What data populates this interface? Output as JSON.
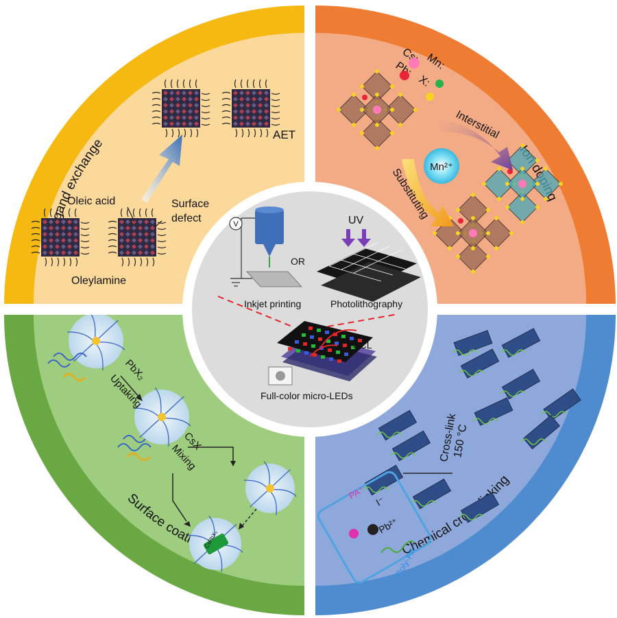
{
  "quadrants": {
    "top_left": {
      "title": "Ligand exchange",
      "labels": {
        "aet": "AET",
        "oleic_acid": "Oleic acid",
        "surface": "Surface",
        "defect": "defect",
        "oleylamine": "Oleylamine"
      },
      "colors": {
        "ring": "#f5b912",
        "fill": "#fbd99b"
      }
    },
    "top_right": {
      "title": "Ion doping",
      "legend": {
        "cs": "Cs:",
        "pb": "Pb:",
        "mn": "Mn:",
        "x": "X:"
      },
      "labels": {
        "interstitial": "Interstitial",
        "substituting": "Substituting",
        "ion": "Mn²⁺"
      },
      "colors": {
        "ring": "#ee7d33",
        "fill": "#f3ab86"
      }
    },
    "bottom_left": {
      "title": "Surface coating",
      "labels": {
        "pbx2": "PbX₂",
        "uptaking": "Uptaking",
        "csx": "CsX",
        "mixing": "Mixing",
        "cspbx3": "CsPbX₃"
      },
      "colors": {
        "ring": "#69a842",
        "fill": "#9fcd7f"
      }
    },
    "bottom_right": {
      "title": "Chemical cross-linking",
      "labels": {
        "cross_link": "Cross-link",
        "temperature": "150 °C",
        "pa": "PA⁺",
        "iodide": "I⁻",
        "pb": "Pb²⁺",
        "poly_pa": "Poly-PA⁺"
      },
      "colors": {
        "ring": "#4f8ccf",
        "fill": "#8fa8db"
      }
    }
  },
  "center": {
    "voltage": "V",
    "uv": "UV",
    "or": "OR",
    "inkjet": "Inkjet printing",
    "photolithography": "Photolithography",
    "fccl": "FCCL",
    "micro_leds": "Full-color micro-LEDs",
    "colors": {
      "fill": "#dcdcdc",
      "ring": "#ffffff"
    }
  }
}
